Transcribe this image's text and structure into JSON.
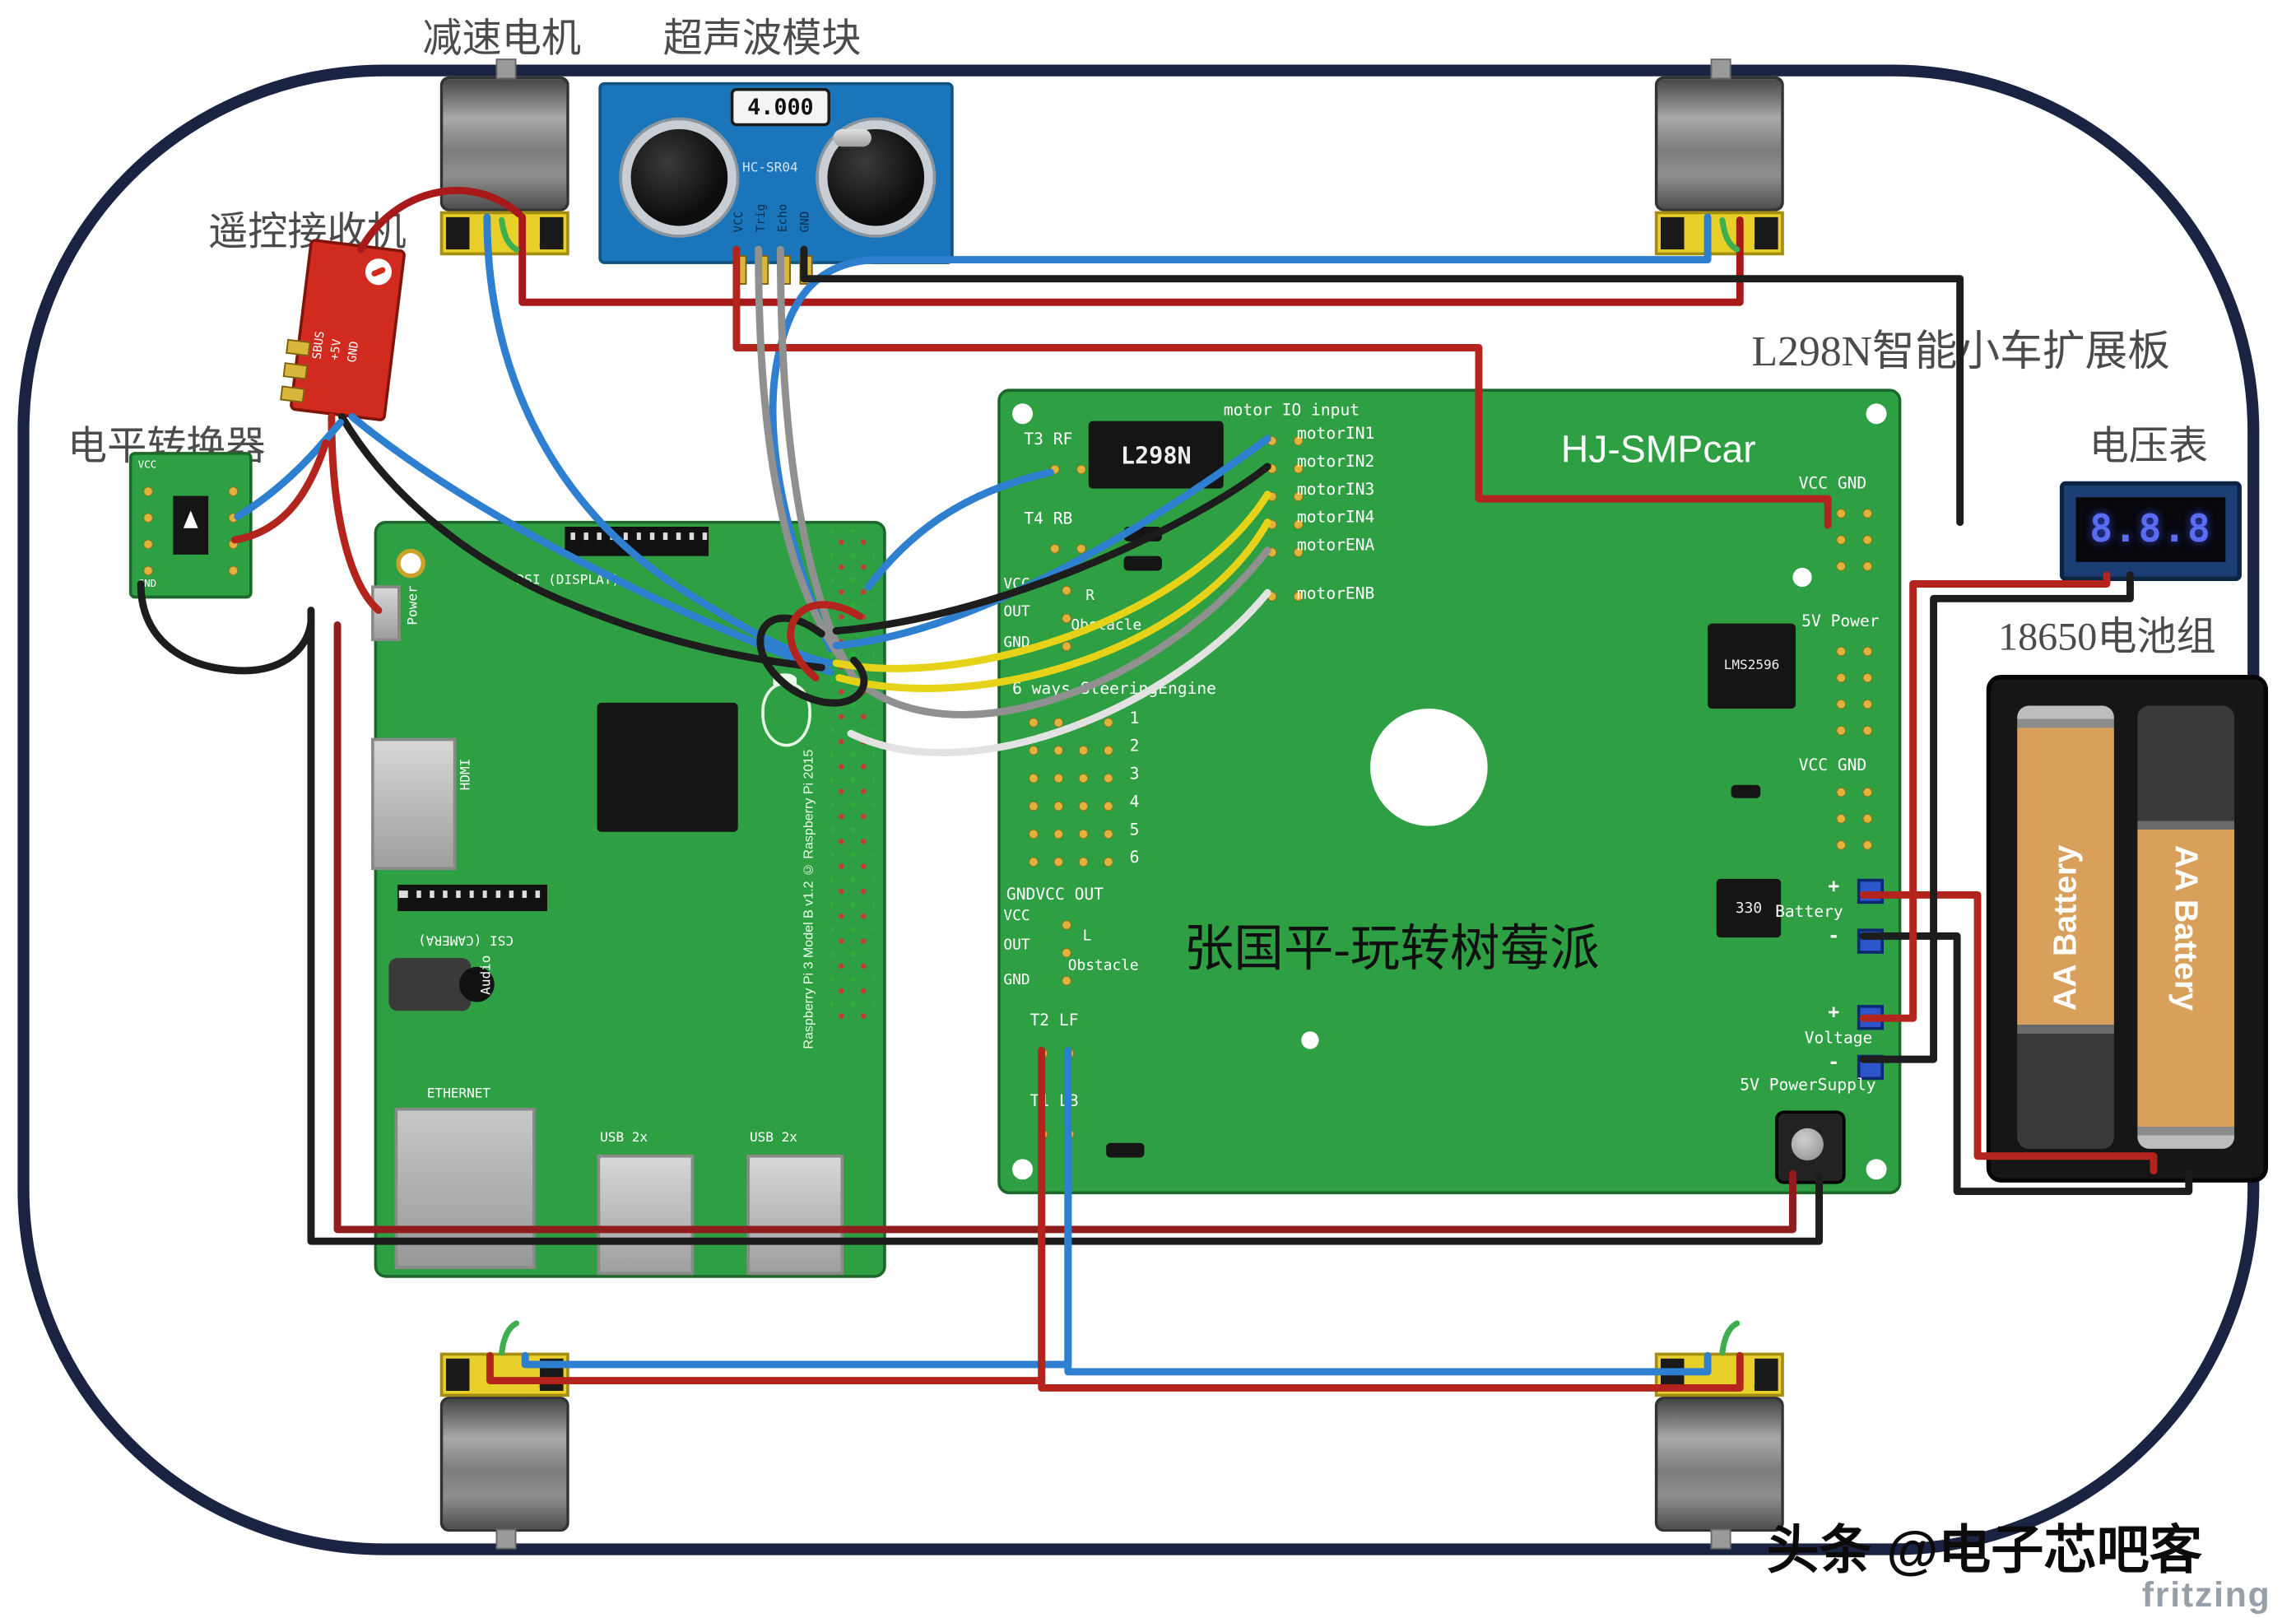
{
  "colors": {
    "chassis": "#1b2342",
    "board_green": "#2ea043",
    "ultrasonic_blue": "#1b75bb",
    "receiver_red": "#d02b1e",
    "wire_red": "#b3241c",
    "wire_dark_red": "#8f1d1d",
    "wire_black": "#1d1d1d",
    "wire_blue": "#2e7fd0",
    "wire_yellow": "#e6d218",
    "wire_gray": "#909090",
    "battery_tan": "#d9a05c"
  },
  "labels": {
    "motor": "减速电机",
    "ultrasonic": "超声波模块",
    "receiver": "遥控接收机",
    "level_converter": "电平转换器",
    "expansion": "L298N智能小车扩展板",
    "voltmeter": "电压表",
    "battery": "18650电池组"
  },
  "ultrasonic": {
    "display": "4.000",
    "model": "HC-SR04",
    "pins": [
      "VCC",
      "Trig",
      "Echo",
      "GND"
    ]
  },
  "receiver": {
    "pins": [
      "SBUS",
      "+5V",
      "GND"
    ]
  },
  "level_converter": {
    "vcc": "VCC",
    "gnd": "GND"
  },
  "raspberry_pi": {
    "power": "Power",
    "hdmi": "HDMI",
    "dsi": "DSI (DISPLAY)",
    "csi": "CSI (CAMERA)",
    "audio": "Audio",
    "ethernet": "ETHERNET",
    "usb1": "USB 2x",
    "usb2": "USB 2x",
    "model": "Raspberry Pi 3 Model B v1.2",
    "copyright": "© Raspberry Pi 2015"
  },
  "expansion": {
    "title": "HJ-SMPcar",
    "chip": "L298N",
    "motor_io_header": "motor IO input",
    "motor_pins": [
      "motorIN1",
      "motorIN2",
      "motorIN3",
      "motorIN4",
      "motorENA",
      "motorENB"
    ],
    "t3": "T3 RF",
    "t4": "T4 RB",
    "t2": "T2 LF",
    "t1": "T1 LB",
    "right_top": "VCC GND",
    "right_power": "5V Power",
    "right_mid": "VCC GND",
    "regulator": "LMS2596",
    "resistor": "330",
    "battery_label": "Battery",
    "voltage_label": "Voltage",
    "plus": "+",
    "minus": "-",
    "power_supply": "5V PowerSupply",
    "steering_header": "6 ways SteeringEngine",
    "steering_numbers": [
      "1",
      "2",
      "3",
      "4",
      "5",
      "6"
    ],
    "gndvcc_out": "GNDVCC OUT",
    "obstacle_r": {
      "vcc": "VCC",
      "out": "OUT",
      "gnd": "GND",
      "side": "R",
      "word": "Obstacle"
    },
    "obstacle_l": {
      "vcc": "VCC",
      "out": "OUT",
      "gnd": "GND",
      "side": "L",
      "word": "Obstacle"
    },
    "center_text": "张国平-玩转树莓派"
  },
  "voltmeter": {
    "reading": "8.8.8"
  },
  "battery": {
    "cell1": "AA Battery",
    "cell2": "AA Battery"
  },
  "watermark": {
    "brand": "头条 @电子芯吧客",
    "engine": "fritzing"
  }
}
